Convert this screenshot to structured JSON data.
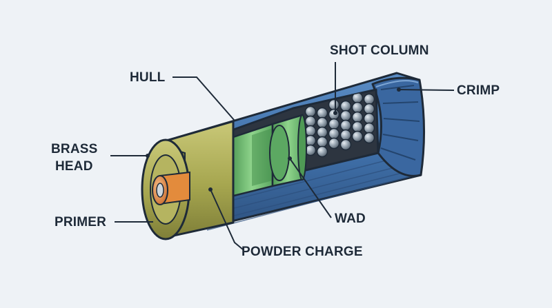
{
  "labels": {
    "shot_column": "SHOT COLUMN",
    "hull": "HULL",
    "crimp": "CRIMP",
    "brass_head_line1": "BRASS",
    "brass_head_line2": "HEAD",
    "primer": "PRIMER",
    "wad": "WAD",
    "powder_charge": "POWDER CHARGE"
  },
  "colors": {
    "background": "#eef2f6",
    "hull": "#3f6fa8",
    "hull_dark": "#2c4f7c",
    "brass": "#a6a64f",
    "brass_light": "#c7c67a",
    "wad": "#7cc47a",
    "wad_dark": "#4f9a55",
    "powder": "#4a5560",
    "shot": "#9aa7b3",
    "primer": "#e38b3c",
    "outline": "#1e2a38"
  }
}
